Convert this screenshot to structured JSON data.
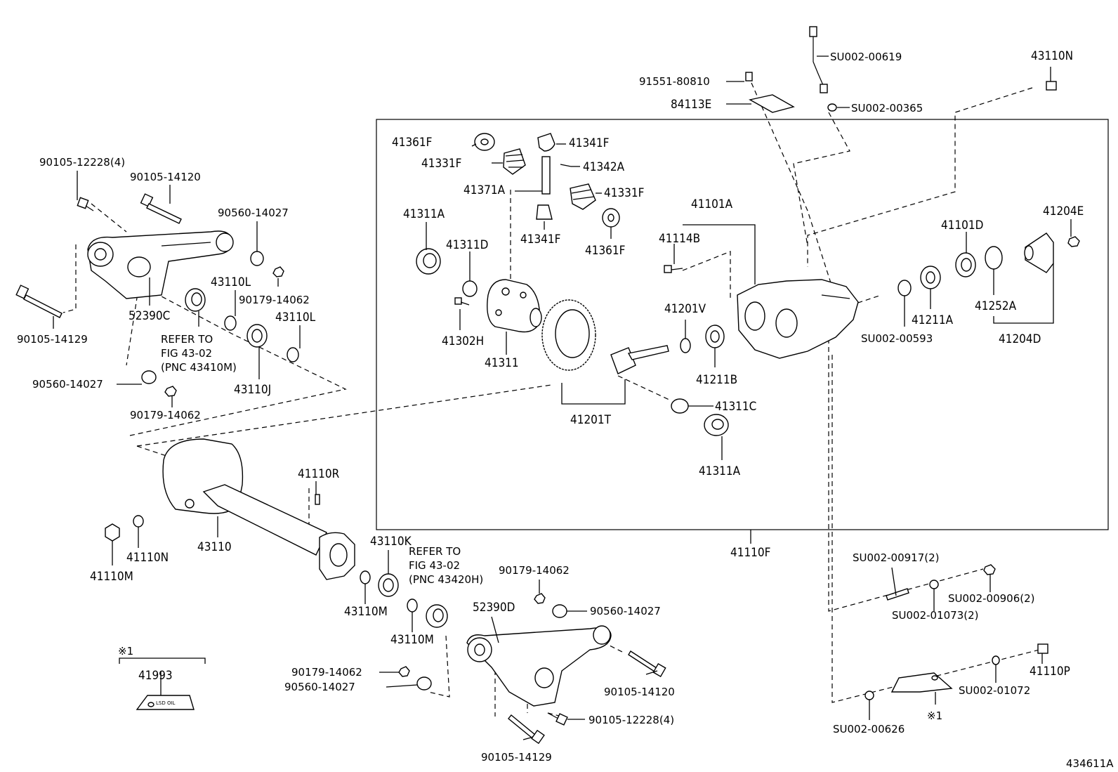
{
  "diagram_id": "434611A",
  "box_label": "41110F",
  "note_symbol": "※1",
  "labels": {
    "l_91551_80810": "91551-80810",
    "l_84113E": "84113E",
    "l_SU002_00619": "SU002-00619",
    "l_SU002_00365": "SU002-00365",
    "l_43110N": "43110N",
    "l_90105_12228_top": "90105-12228(4)",
    "l_90105_14120_top": "90105-14120",
    "l_90560_14027_a": "90560-14027",
    "l_43110L_a": "43110L",
    "l_90179_14062_a": "90179-14062",
    "l_43110L_b": "43110L",
    "l_52390C": "52390C",
    "l_90105_14129_top": "90105-14129",
    "l_90560_14027_b": "90560-14027",
    "l_90179_14062_b": "90179-14062",
    "l_43110J": "43110J",
    "l_41361F_a": "41361F",
    "l_41341F_a": "41341F",
    "l_41331F_a": "41331F",
    "l_41342A": "41342A",
    "l_41371A": "41371A",
    "l_41331F_b": "41331F",
    "l_41311A_a": "41311A",
    "l_41341F_b": "41341F",
    "l_41361F_b": "41361F",
    "l_41311D": "41311D",
    "l_41101A": "41101A",
    "l_41114B": "41114B",
    "l_41302H": "41302H",
    "l_41311": "41311",
    "l_41201V": "41201V",
    "l_41211B": "41211B",
    "l_41311C": "41311C",
    "l_41201T": "41201T",
    "l_41311A_b": "41311A",
    "l_41101D": "41101D",
    "l_41204E": "41204E",
    "l_41211A": "41211A",
    "l_41252A": "41252A",
    "l_SU002_00593": "SU002-00593",
    "l_41204D": "41204D",
    "l_41110R": "41110R",
    "l_41110N": "41110N",
    "l_43110": "43110",
    "l_41110M": "41110M",
    "l_43110K": "43110K",
    "l_43110M_a": "43110M",
    "l_43110M_b": "43110M",
    "l_52390D": "52390D",
    "l_90179_14062_c": "90179-14062",
    "l_90560_14027_c": "90560-14027",
    "l_90179_14062_d": "90179-14062",
    "l_90560_14027_d": "90560-14027",
    "l_90105_14120_bot": "90105-14120",
    "l_90105_12228_bot": "90105-12228(4)",
    "l_90105_14129_bot": "90105-14129",
    "l_41993": "41993",
    "l_lsd_oil": "LSD OIL",
    "l_SU002_00917": "SU002-00917(2)",
    "l_SU002_00906": "SU002-00906(2)",
    "l_SU002_01073": "SU002-01073(2)",
    "l_41110P": "41110P",
    "l_SU002_01072": "SU002-01072",
    "l_SU002_00626": "SU002-00626"
  },
  "refer_top": {
    "line1": "REFER TO",
    "line2": "FIG 43-02",
    "line3": "(PNC 43410M)"
  },
  "refer_bottom": {
    "line1": "REFER TO",
    "line2": "FIG 43-02",
    "line3": "(PNC 43420H)"
  }
}
